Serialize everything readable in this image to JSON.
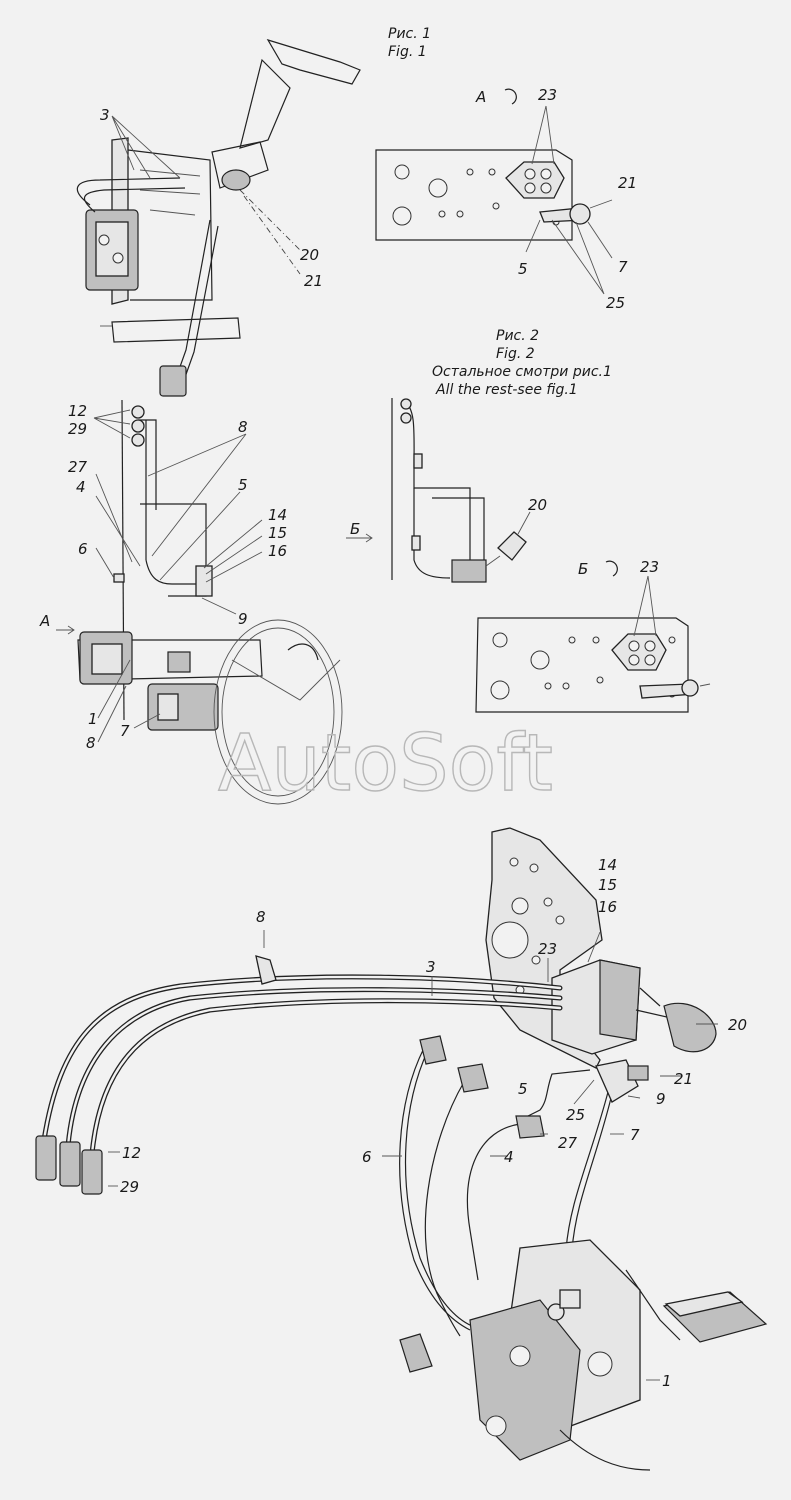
{
  "captions": {
    "fig1_ru": "Рис. 1",
    "fig1_en": "Fig. 1",
    "fig2_ru": "Рис. 2",
    "fig2_en": "Fig. 2",
    "fig2_note_ru": "Остальное смотри рис.1",
    "fig2_note_en": "All the rest-see fig.1"
  },
  "view_marks": {
    "view_a": "А",
    "view_b": "Б"
  },
  "watermark": "AutoSoft",
  "callouts": {
    "fig1_top": [
      "3",
      "20",
      "21"
    ],
    "view_a": [
      "23",
      "21",
      "5",
      "7",
      "25"
    ],
    "fig1_lower": [
      "12",
      "29",
      "8",
      "27",
      "4",
      "5",
      "6",
      "14",
      "15",
      "16",
      "9",
      "1",
      "8",
      "7"
    ],
    "fig2": [
      "20",
      "23"
    ],
    "main": [
      "14",
      "15",
      "16",
      "8",
      "23",
      "3",
      "20",
      "21",
      "5",
      "25",
      "9",
      "27",
      "7",
      "6",
      "4",
      "12",
      "29",
      "1"
    ]
  },
  "colors": {
    "background": "#f2f2f2",
    "line": "#222222",
    "watermark": "#b8b8b8"
  }
}
